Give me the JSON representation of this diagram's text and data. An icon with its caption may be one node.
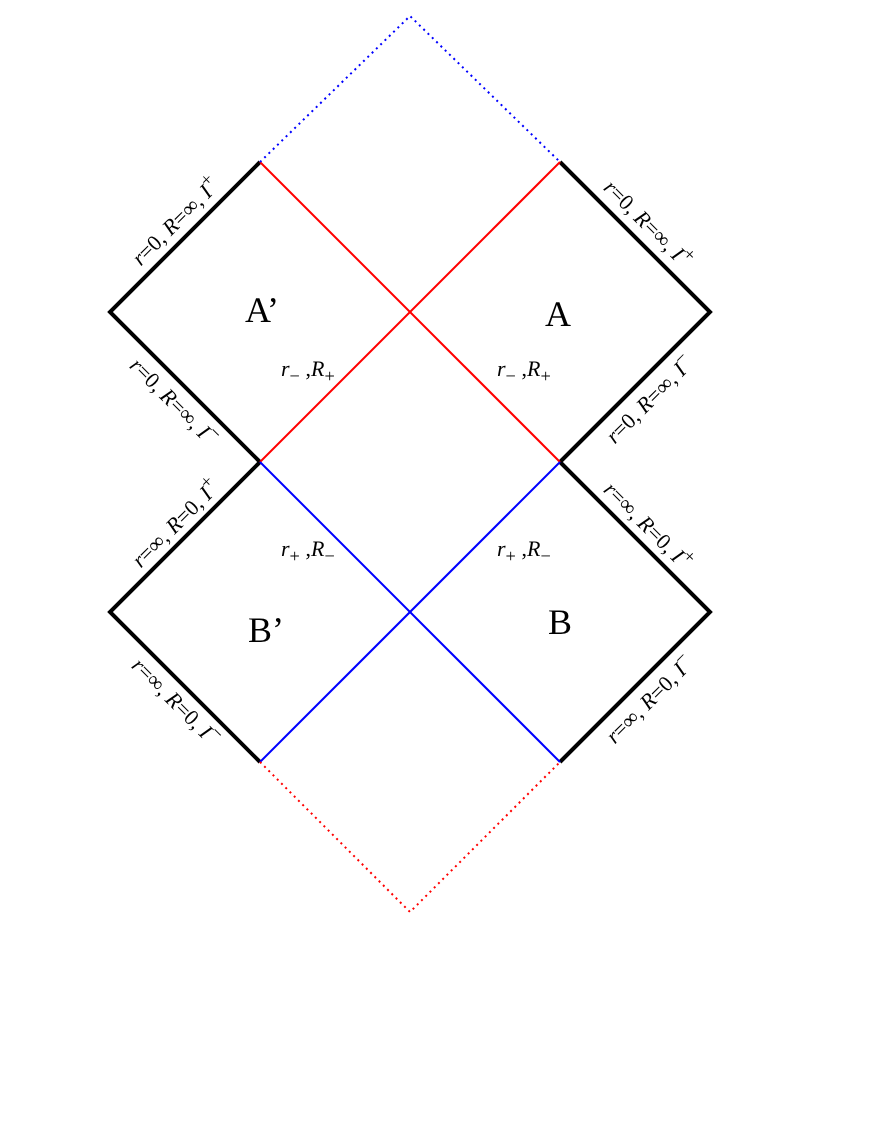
{
  "diagram": {
    "labels": [
      "*r*=0, *R*=∞, *I*$^{+}$",
      "*r*=0, *R*=∞, *I*$^{+}$",
      "A’",
      "A",
      "*r*$_{−}$ ,*R*$_{+}$",
      "*r*$_{−}$ ,*R*$_{+}$",
      "*r*=0, *R*=∞, *I*$^{−}$",
      "*r*=0, *R*=∞, *I*$^{−}$",
      "*r*=∞, *R*=0, *I*$^{+}$",
      "*r*=∞, *R*=0, *I*$^{+}$",
      "*r*$_{+}$ ,*R*$_{−}$",
      "*r*$_{+}$ ,*R*$_{−}$",
      "B’",
      "B",
      "*r*=∞, *R*=0, *I*$^{−}$",
      "*r*=∞, *R*=0, *I*$^{−}$"
    ]
  }
}
